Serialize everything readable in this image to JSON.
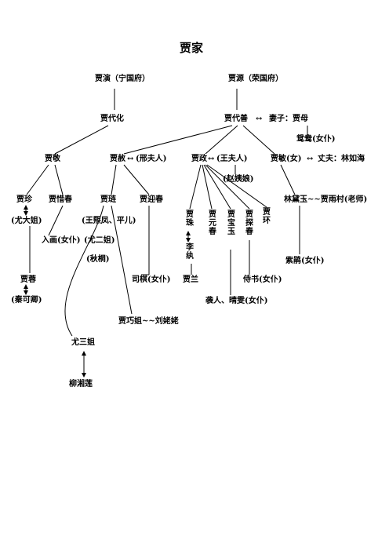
{
  "title": "贾家",
  "nodes": {
    "jia_yan": "贾演（宁国府）",
    "jia_yuan": "贾源（荣国府）",
    "jia_daihua": "贾代化",
    "jia_daishan": "贾代善",
    "arrow_daishan": "↔",
    "wife_jiamu": "妻子：贾母",
    "yuanyang": "鸳鸯(女仆)",
    "jia_jing": "贾敬",
    "jia_she": "贾赦",
    "arrow_she": "↔",
    "lady_xing": "(邢夫人)",
    "jia_zheng": "贾政",
    "arrow_zheng": "↔",
    "lady_wang": "(王夫人)",
    "concubine_zhao": "(赵姨娘)",
    "jia_min": "贾敏(女)",
    "arrow_min": "↔",
    "husband_lin": "丈夫：林如海",
    "jia_zhen": "贾珍",
    "jia_xichun": "贾惜春",
    "jia_lian": "贾琏",
    "jia_yingchun": "贾迎春",
    "lin_daiyu": "林黛玉~~贾雨村(老师)",
    "you_dajie": "(尤大姐)",
    "ruhua": "入画(女仆)",
    "wang_xifeng": "(王熙凤、平儿)",
    "you_erjie": "(尤二姐)",
    "qiutong": "(秋桐)",
    "jia_zhu": "贾珠",
    "li_wan": "李纨",
    "jia_yuanchun": "贾元春",
    "jia_baoyu": "贾宝玉",
    "jia_tanchun": "贾探春",
    "jia_huan": "贾环",
    "zijuan": "紫鹃(女仆)",
    "jia_rong": "贾蓉",
    "qin_keqing": "(秦可卿)",
    "siqi": "司棋(女仆)",
    "jia_lan": "贾兰",
    "shishu": "侍书(女仆)",
    "xiren": "袭人、晴雯(女仆)",
    "qiaojie": "贾巧姐~~刘姥姥",
    "you_sanjie": "尤三姐",
    "liu_xianglian": "柳湘莲"
  }
}
